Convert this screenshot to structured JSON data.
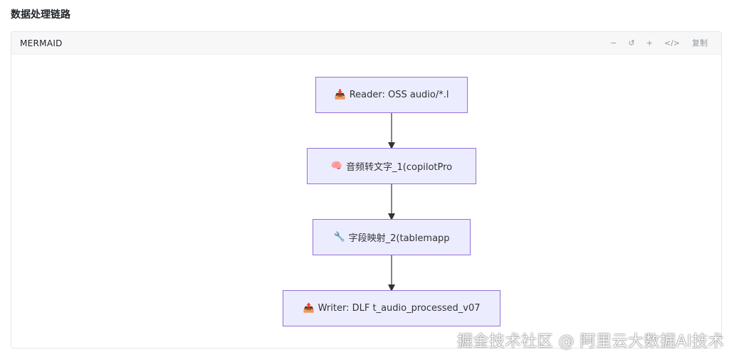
{
  "section": {
    "title": "数据处理链路"
  },
  "panel": {
    "label": "MERMAID",
    "toolbar": {
      "zoom_out": "−",
      "reset": "↺",
      "zoom_in": "+",
      "code": "</>",
      "copy": "复制"
    }
  },
  "diagram": {
    "nodes": [
      {
        "icon": "📥",
        "icon_name": "inbox-tray-icon",
        "label": "Reader: OSS audio/*.l"
      },
      {
        "icon": "🧠",
        "icon_name": "brain-icon",
        "label": "音频转文字_1(copilotPro"
      },
      {
        "icon": "🔧",
        "icon_name": "wrench-icon",
        "label": "字段映射_2(tablemapp"
      },
      {
        "icon": "📤",
        "icon_name": "outbox-tray-icon",
        "label": "Writer: DLF t_audio_processed_v07"
      }
    ],
    "colors": {
      "node_fill": "#ececff",
      "node_border": "#9370db",
      "edge": "#333333"
    }
  },
  "watermark": "掘金技术社区 @ 阿里云大数据AI技术"
}
